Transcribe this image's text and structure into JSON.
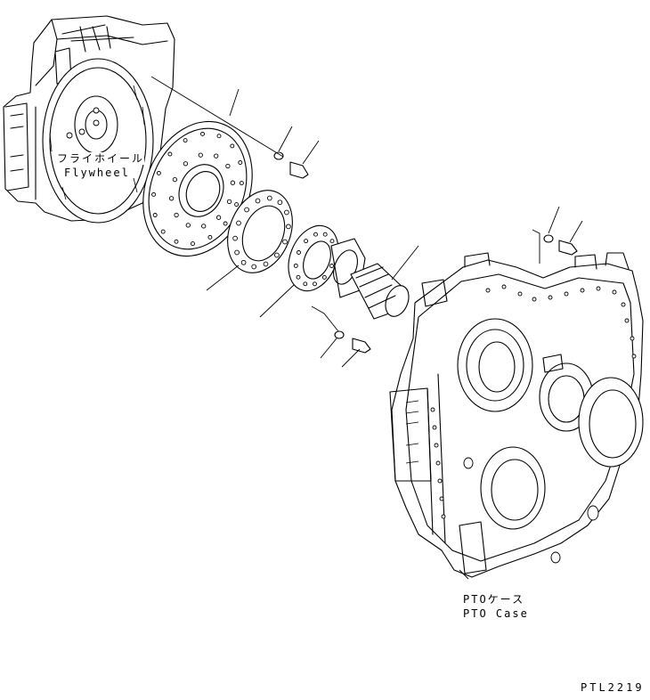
{
  "labels": {
    "flywheel_jp": "フライホイール",
    "flywheel_en": "Flywheel",
    "pto_case_jp": "PTOケース",
    "pto_case_en": "PTO Case",
    "drawing_code": "PTL2219"
  },
  "parts": [
    "flywheel-housing-icon",
    "flywheel-icon",
    "plate-icon",
    "ring-icon",
    "hub-icon",
    "spline-shaft-icon",
    "washer-icon",
    "bolt-icon",
    "pto-case-icon"
  ]
}
